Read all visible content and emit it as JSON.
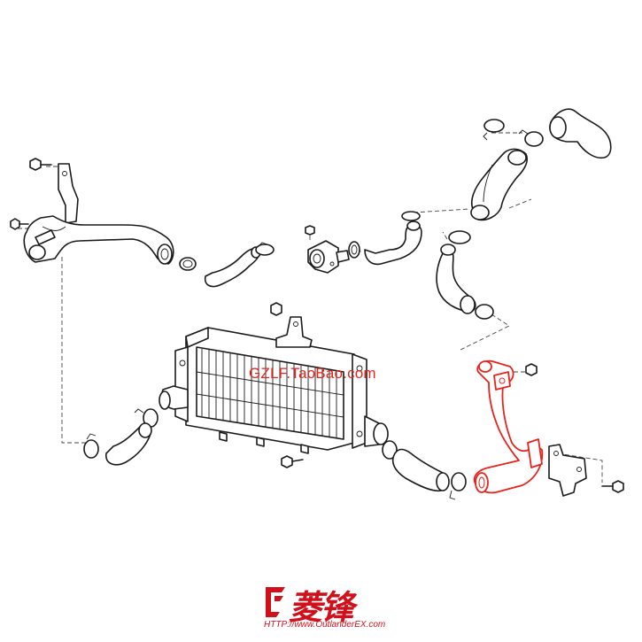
{
  "watermark": {
    "text": "GZLF.TaoBao.com",
    "color": "#e8231b"
  },
  "logo": {
    "chinese": "菱锋",
    "url": "HTTP://www.OutlanderEX.com",
    "color": "#d0101a"
  },
  "highlight_color": "#e8231b",
  "parts": [
    "bolt-icon",
    "bracket-icon",
    "pipe-icon",
    "hose-icon",
    "clamp-icon",
    "intercooler-icon",
    "valve-icon",
    "nut-icon"
  ]
}
